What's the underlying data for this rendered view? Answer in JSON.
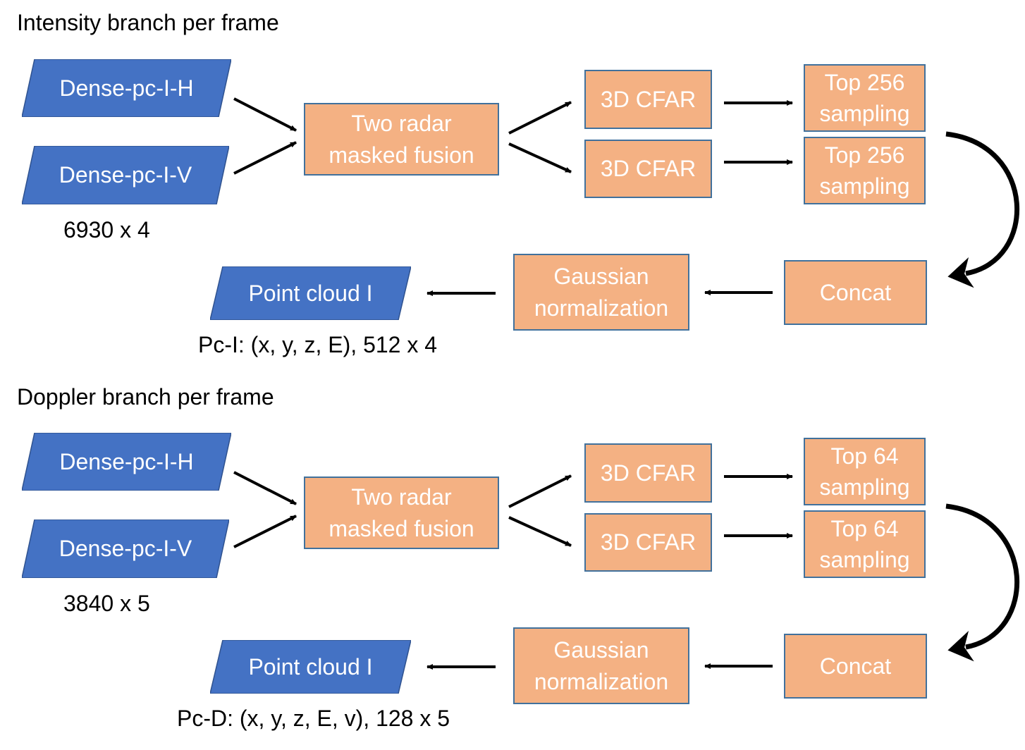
{
  "sections": [
    {
      "title": "Intensity branch per frame",
      "input_top": "Dense-pc-I-H",
      "input_bottom": "Dense-pc-I-V",
      "input_size": "6930 x 4",
      "fusion": [
        "Two radar",
        "masked fusion"
      ],
      "cfar_top": "3D CFAR",
      "cfar_bottom": "3D CFAR",
      "sampling_top": [
        "Top 256",
        "sampling"
      ],
      "sampling_bottom": [
        "Top 256",
        "sampling"
      ],
      "concat": "Concat",
      "normalization": [
        "Gaussian",
        "normalization"
      ],
      "output": "Point cloud I",
      "output_desc": "Pc-I: (x, y, z, E), 512 x 4"
    },
    {
      "title": "Doppler branch per frame",
      "input_top": "Dense-pc-I-H",
      "input_bottom": "Dense-pc-I-V",
      "input_size": "3840 x 5",
      "fusion": [
        "Two radar",
        "masked fusion"
      ],
      "cfar_top": "3D CFAR",
      "cfar_bottom": "3D CFAR",
      "sampling_top": [
        "Top 64",
        "sampling"
      ],
      "sampling_bottom": [
        "Top 64",
        "sampling"
      ],
      "concat": "Concat",
      "normalization": [
        "Gaussian",
        "normalization"
      ],
      "output": "Point cloud I",
      "output_desc": "Pc-D: (x, y, z, E, v), 128 x 5"
    }
  ],
  "colors": {
    "parallelogram_fill": "#4472c4",
    "box_fill": "#f4b183",
    "box_border": "#41719c"
  }
}
